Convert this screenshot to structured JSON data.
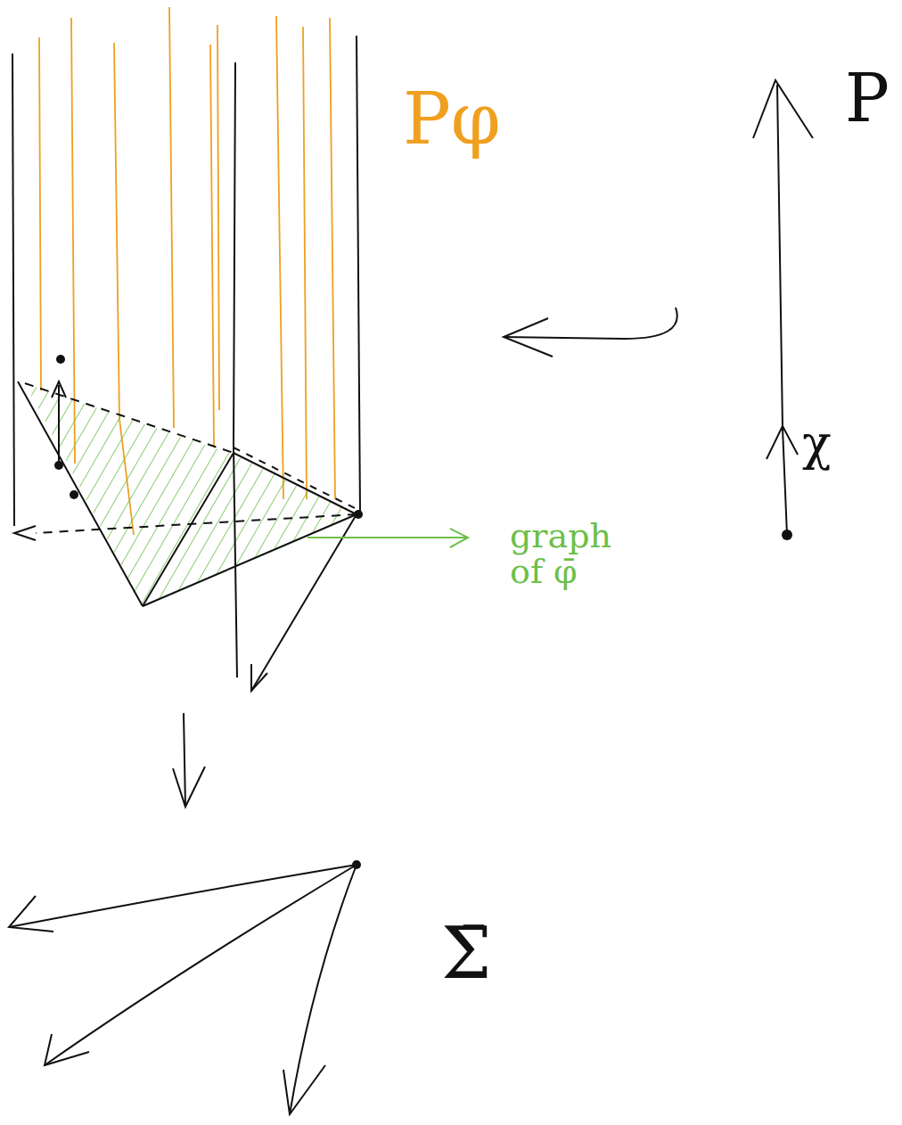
{
  "diagram": {
    "labels": [
      "Pφ",
      "graph of φ̄",
      "Σ̄",
      "P",
      "χ"
    ]
  }
}
